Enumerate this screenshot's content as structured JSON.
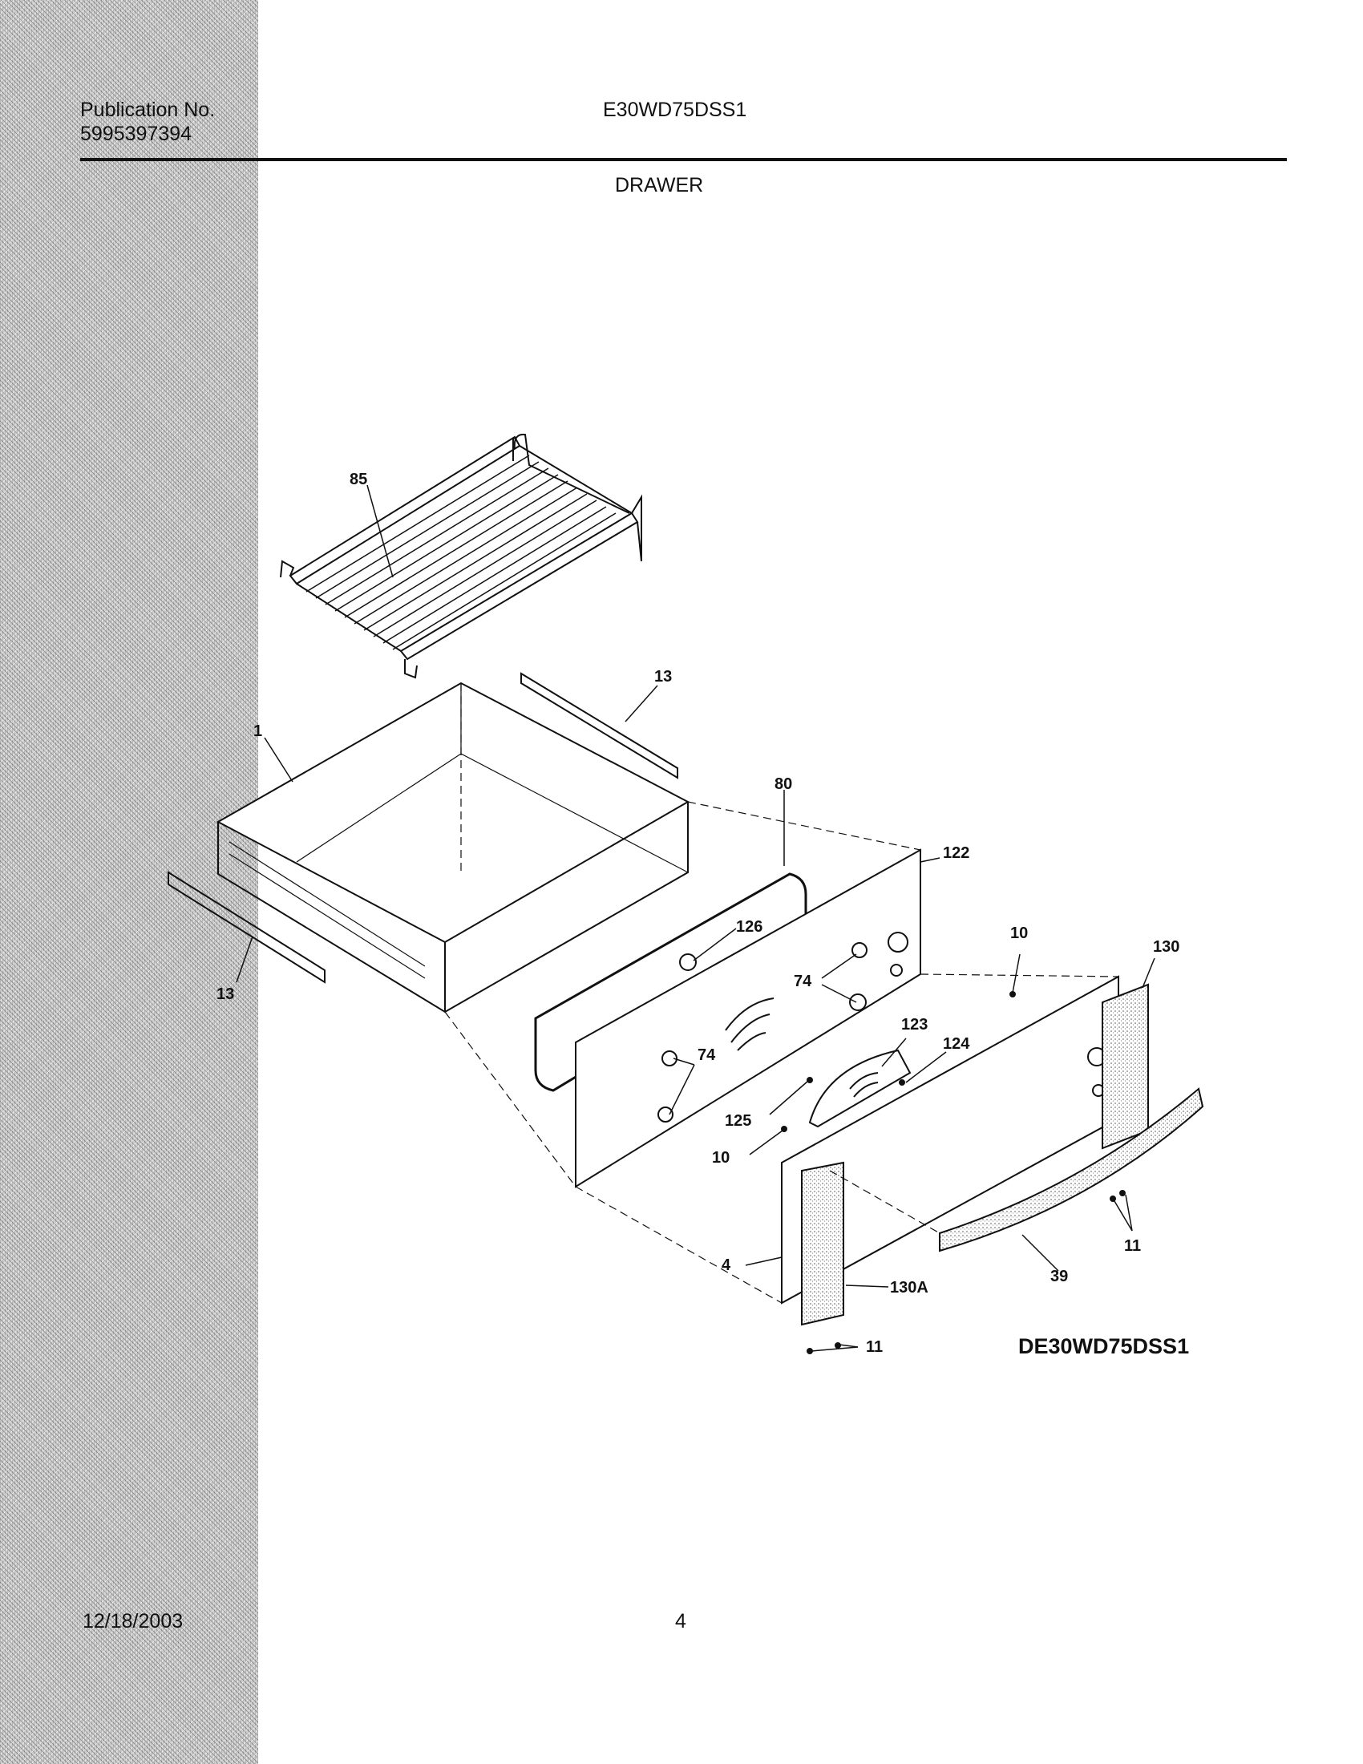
{
  "header": {
    "publication_label": "Publication No.",
    "publication_number": "5995397394",
    "model": "E30WD75DSS1",
    "section_title": "DRAWER"
  },
  "diagram": {
    "callouts": [
      "85",
      "13",
      "1",
      "13",
      "80",
      "122",
      "126",
      "74",
      "74",
      "10",
      "130",
      "123",
      "124",
      "125",
      "10",
      "11",
      "39",
      "4",
      "130A",
      "11"
    ],
    "diagram_id": "DE30WD75DSS1"
  },
  "footer": {
    "date": "12/18/2003",
    "page": "4"
  }
}
